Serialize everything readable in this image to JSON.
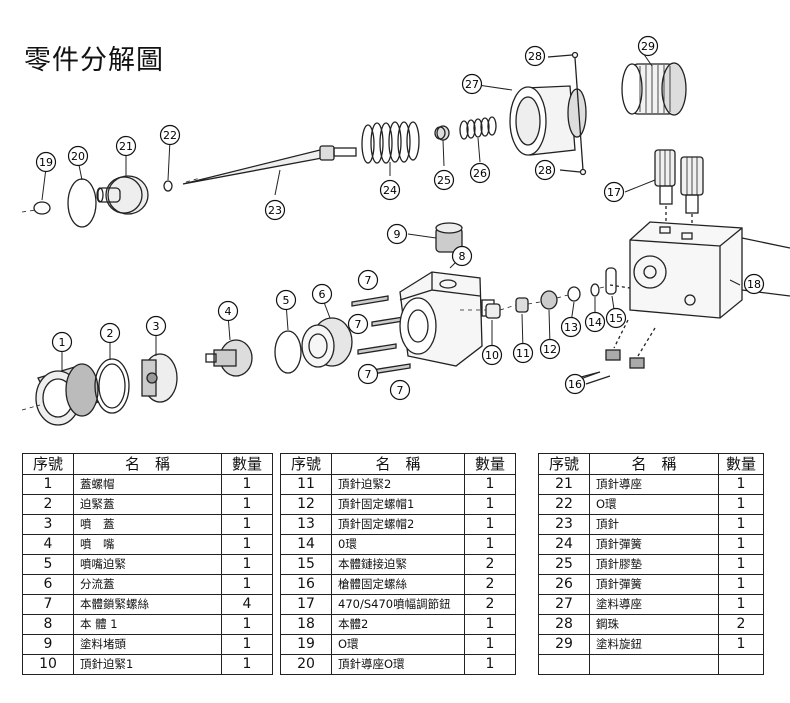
{
  "title": "零件分解圖",
  "callouts": [
    "1",
    "2",
    "3",
    "4",
    "5",
    "6",
    "7",
    "8",
    "9",
    "10",
    "11",
    "12",
    "13",
    "14",
    "15",
    "16",
    "17",
    "18",
    "19",
    "20",
    "21",
    "22",
    "23",
    "24",
    "25",
    "26",
    "27",
    "28",
    "29"
  ],
  "table_headers": {
    "no": "序號",
    "name": "名　稱",
    "qty": "數量"
  },
  "tables": [
    [
      {
        "no": "1",
        "name": "蓋螺帽",
        "qty": "1"
      },
      {
        "no": "2",
        "name": "迫緊蓋",
        "qty": "1"
      },
      {
        "no": "3",
        "name": "噴　蓋",
        "qty": "1"
      },
      {
        "no": "4",
        "name": "噴　嘴",
        "qty": "1"
      },
      {
        "no": "5",
        "name": "噴嘴迫緊",
        "qty": "1"
      },
      {
        "no": "6",
        "name": "分流蓋",
        "qty": "1"
      },
      {
        "no": "7",
        "name": "本體鎖緊螺絲",
        "qty": "4"
      },
      {
        "no": "8",
        "name": "本 體 1",
        "qty": "1"
      },
      {
        "no": "9",
        "name": "塗料堵頭",
        "qty": "1"
      },
      {
        "no": "10",
        "name": "頂針迫緊1",
        "qty": "1"
      }
    ],
    [
      {
        "no": "11",
        "name": "頂針迫緊2",
        "qty": "1"
      },
      {
        "no": "12",
        "name": "頂針固定螺帽1",
        "qty": "1"
      },
      {
        "no": "13",
        "name": "頂針固定螺帽2",
        "qty": "1"
      },
      {
        "no": "14",
        "name": "0環",
        "qty": "1"
      },
      {
        "no": "15",
        "name": "本體鏈接迫緊",
        "qty": "2"
      },
      {
        "no": "16",
        "name": "槍體固定螺絲",
        "qty": "2"
      },
      {
        "no": "17",
        "name": "470/S470噴幅調節鈕",
        "qty": "2"
      },
      {
        "no": "18",
        "name": "本體2",
        "qty": "1"
      },
      {
        "no": "19",
        "name": "O環",
        "qty": "1"
      },
      {
        "no": "20",
        "name": "頂針導座O環",
        "qty": "1"
      }
    ],
    [
      {
        "no": "21",
        "name": "頂針導座",
        "qty": "1"
      },
      {
        "no": "22",
        "name": "O環",
        "qty": "1"
      },
      {
        "no": "23",
        "name": "頂針",
        "qty": "1"
      },
      {
        "no": "24",
        "name": "頂針彈簧",
        "qty": "1"
      },
      {
        "no": "25",
        "name": "頂針膠墊",
        "qty": "1"
      },
      {
        "no": "26",
        "name": "頂針彈簧",
        "qty": "1"
      },
      {
        "no": "27",
        "name": "塗料導座",
        "qty": "1"
      },
      {
        "no": "28",
        "name": "鋼珠",
        "qty": "2"
      },
      {
        "no": "29",
        "name": "塗料旋鈕",
        "qty": "1"
      },
      {
        "no": "",
        "name": "",
        "qty": ""
      }
    ]
  ]
}
